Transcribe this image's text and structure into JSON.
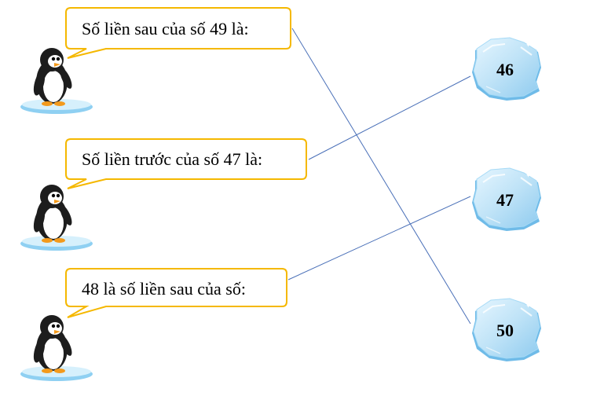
{
  "bubbles": [
    {
      "text": "Số liền sau của số 49 là:"
    },
    {
      "text": "Số liền trước của số 47 là:"
    },
    {
      "text": "48 là số liền sau của số:"
    }
  ],
  "ice_blocks": [
    {
      "value": "46"
    },
    {
      "value": "47"
    },
    {
      "value": "50"
    }
  ],
  "colors": {
    "bubble_border": "#f5b800",
    "connector_line": "#4a70b8",
    "ice_fill": "#bfe3f7",
    "ice_edge": "#6fbbe8"
  }
}
